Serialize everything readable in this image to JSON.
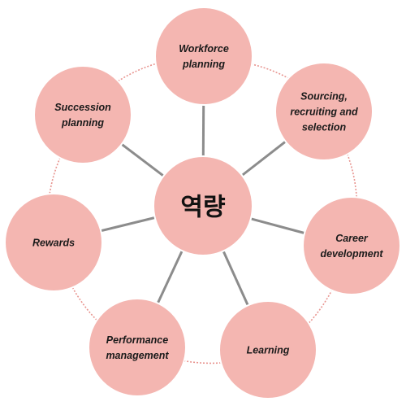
{
  "colors": {
    "node_fill": "#f4b6b1",
    "center_fill": "#f4b6b1",
    "spoke": "#8c8c8c",
    "ring": "#e89590"
  },
  "center": {
    "label": "역량"
  },
  "nodes": [
    {
      "id": "workforce-planning",
      "lines": [
        "Workforce",
        "planning"
      ]
    },
    {
      "id": "sourcing-recruiting-selection",
      "lines": [
        "Sourcing,",
        "recruiting and",
        "selection"
      ]
    },
    {
      "id": "career-development",
      "lines": [
        "Career",
        "development"
      ]
    },
    {
      "id": "learning",
      "lines": [
        "Learning"
      ]
    },
    {
      "id": "performance-management",
      "lines": [
        "Performance",
        "management"
      ]
    },
    {
      "id": "rewards",
      "lines": [
        "Rewards"
      ]
    },
    {
      "id": "succession-planning",
      "lines": [
        "Succession",
        "planning"
      ]
    }
  ]
}
